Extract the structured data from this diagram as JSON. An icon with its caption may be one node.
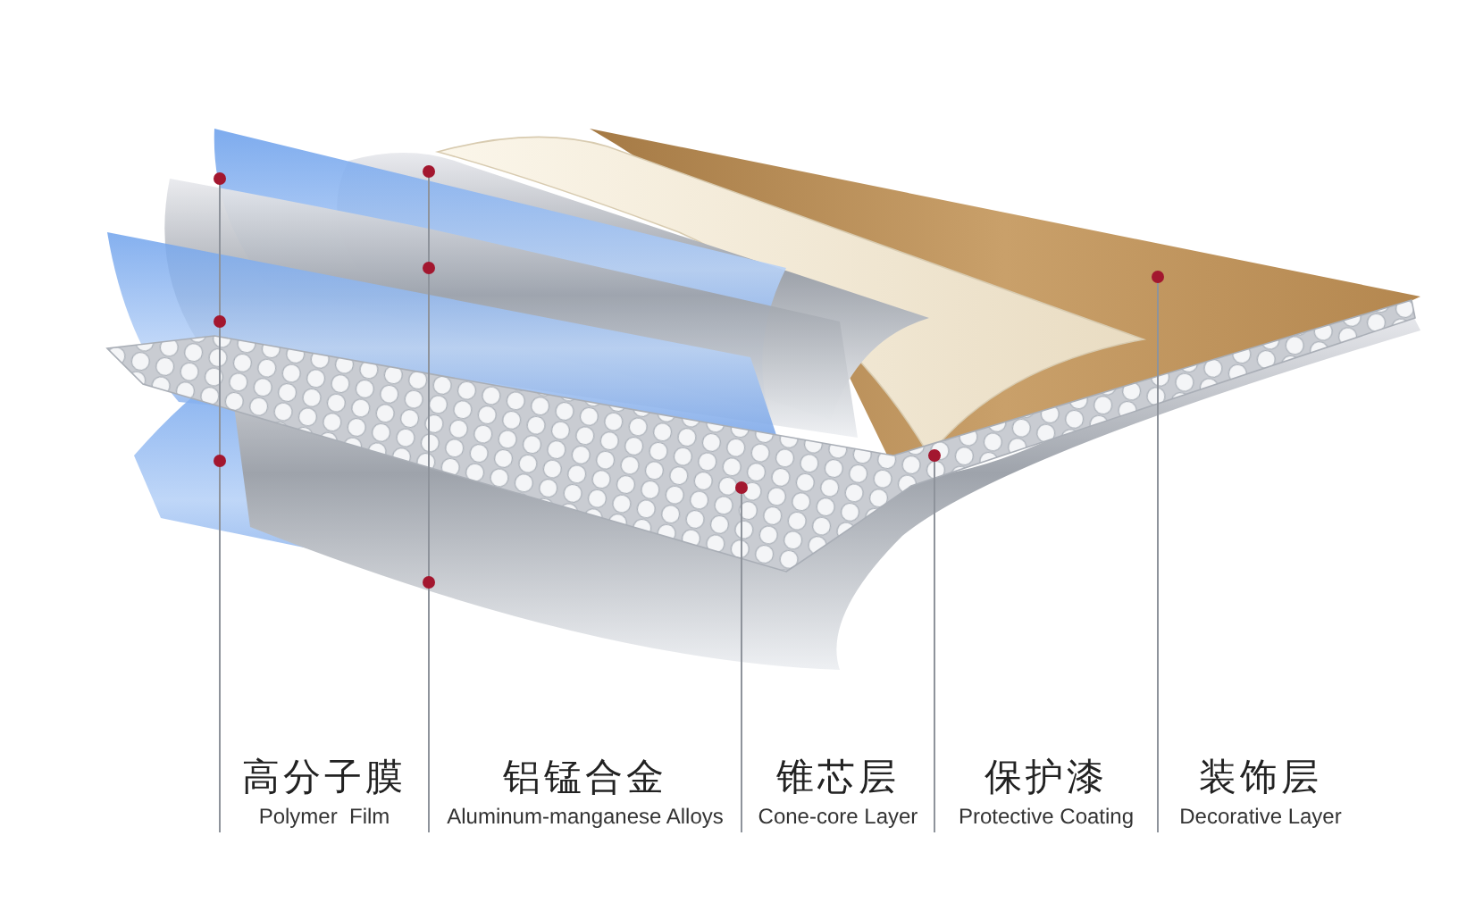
{
  "diagram": {
    "nodes": [
      {
        "text": [
          "高分子膜",
          "Polymer  Film"
        ]
      },
      {
        "text": [
          "铝锰合金",
          "Aluminum-manganese Alloys"
        ]
      },
      {
        "text": [
          "锥芯层",
          "Cone-core Layer"
        ]
      },
      {
        "text": [
          "保护漆",
          "Protective Coating"
        ]
      },
      {
        "text": [
          "装饰层",
          "Decorative Layer"
        ]
      }
    ],
    "edges": [
      {
        "from": 0,
        "to": null,
        "arrow": "other"
      },
      {
        "from": 1,
        "to": null,
        "arrow": "other"
      },
      {
        "from": 2,
        "to": null,
        "arrow": "other"
      },
      {
        "from": 3,
        "to": null,
        "arrow": "other"
      },
      {
        "from": 4,
        "to": null,
        "arrow": "other"
      }
    ]
  }
}
